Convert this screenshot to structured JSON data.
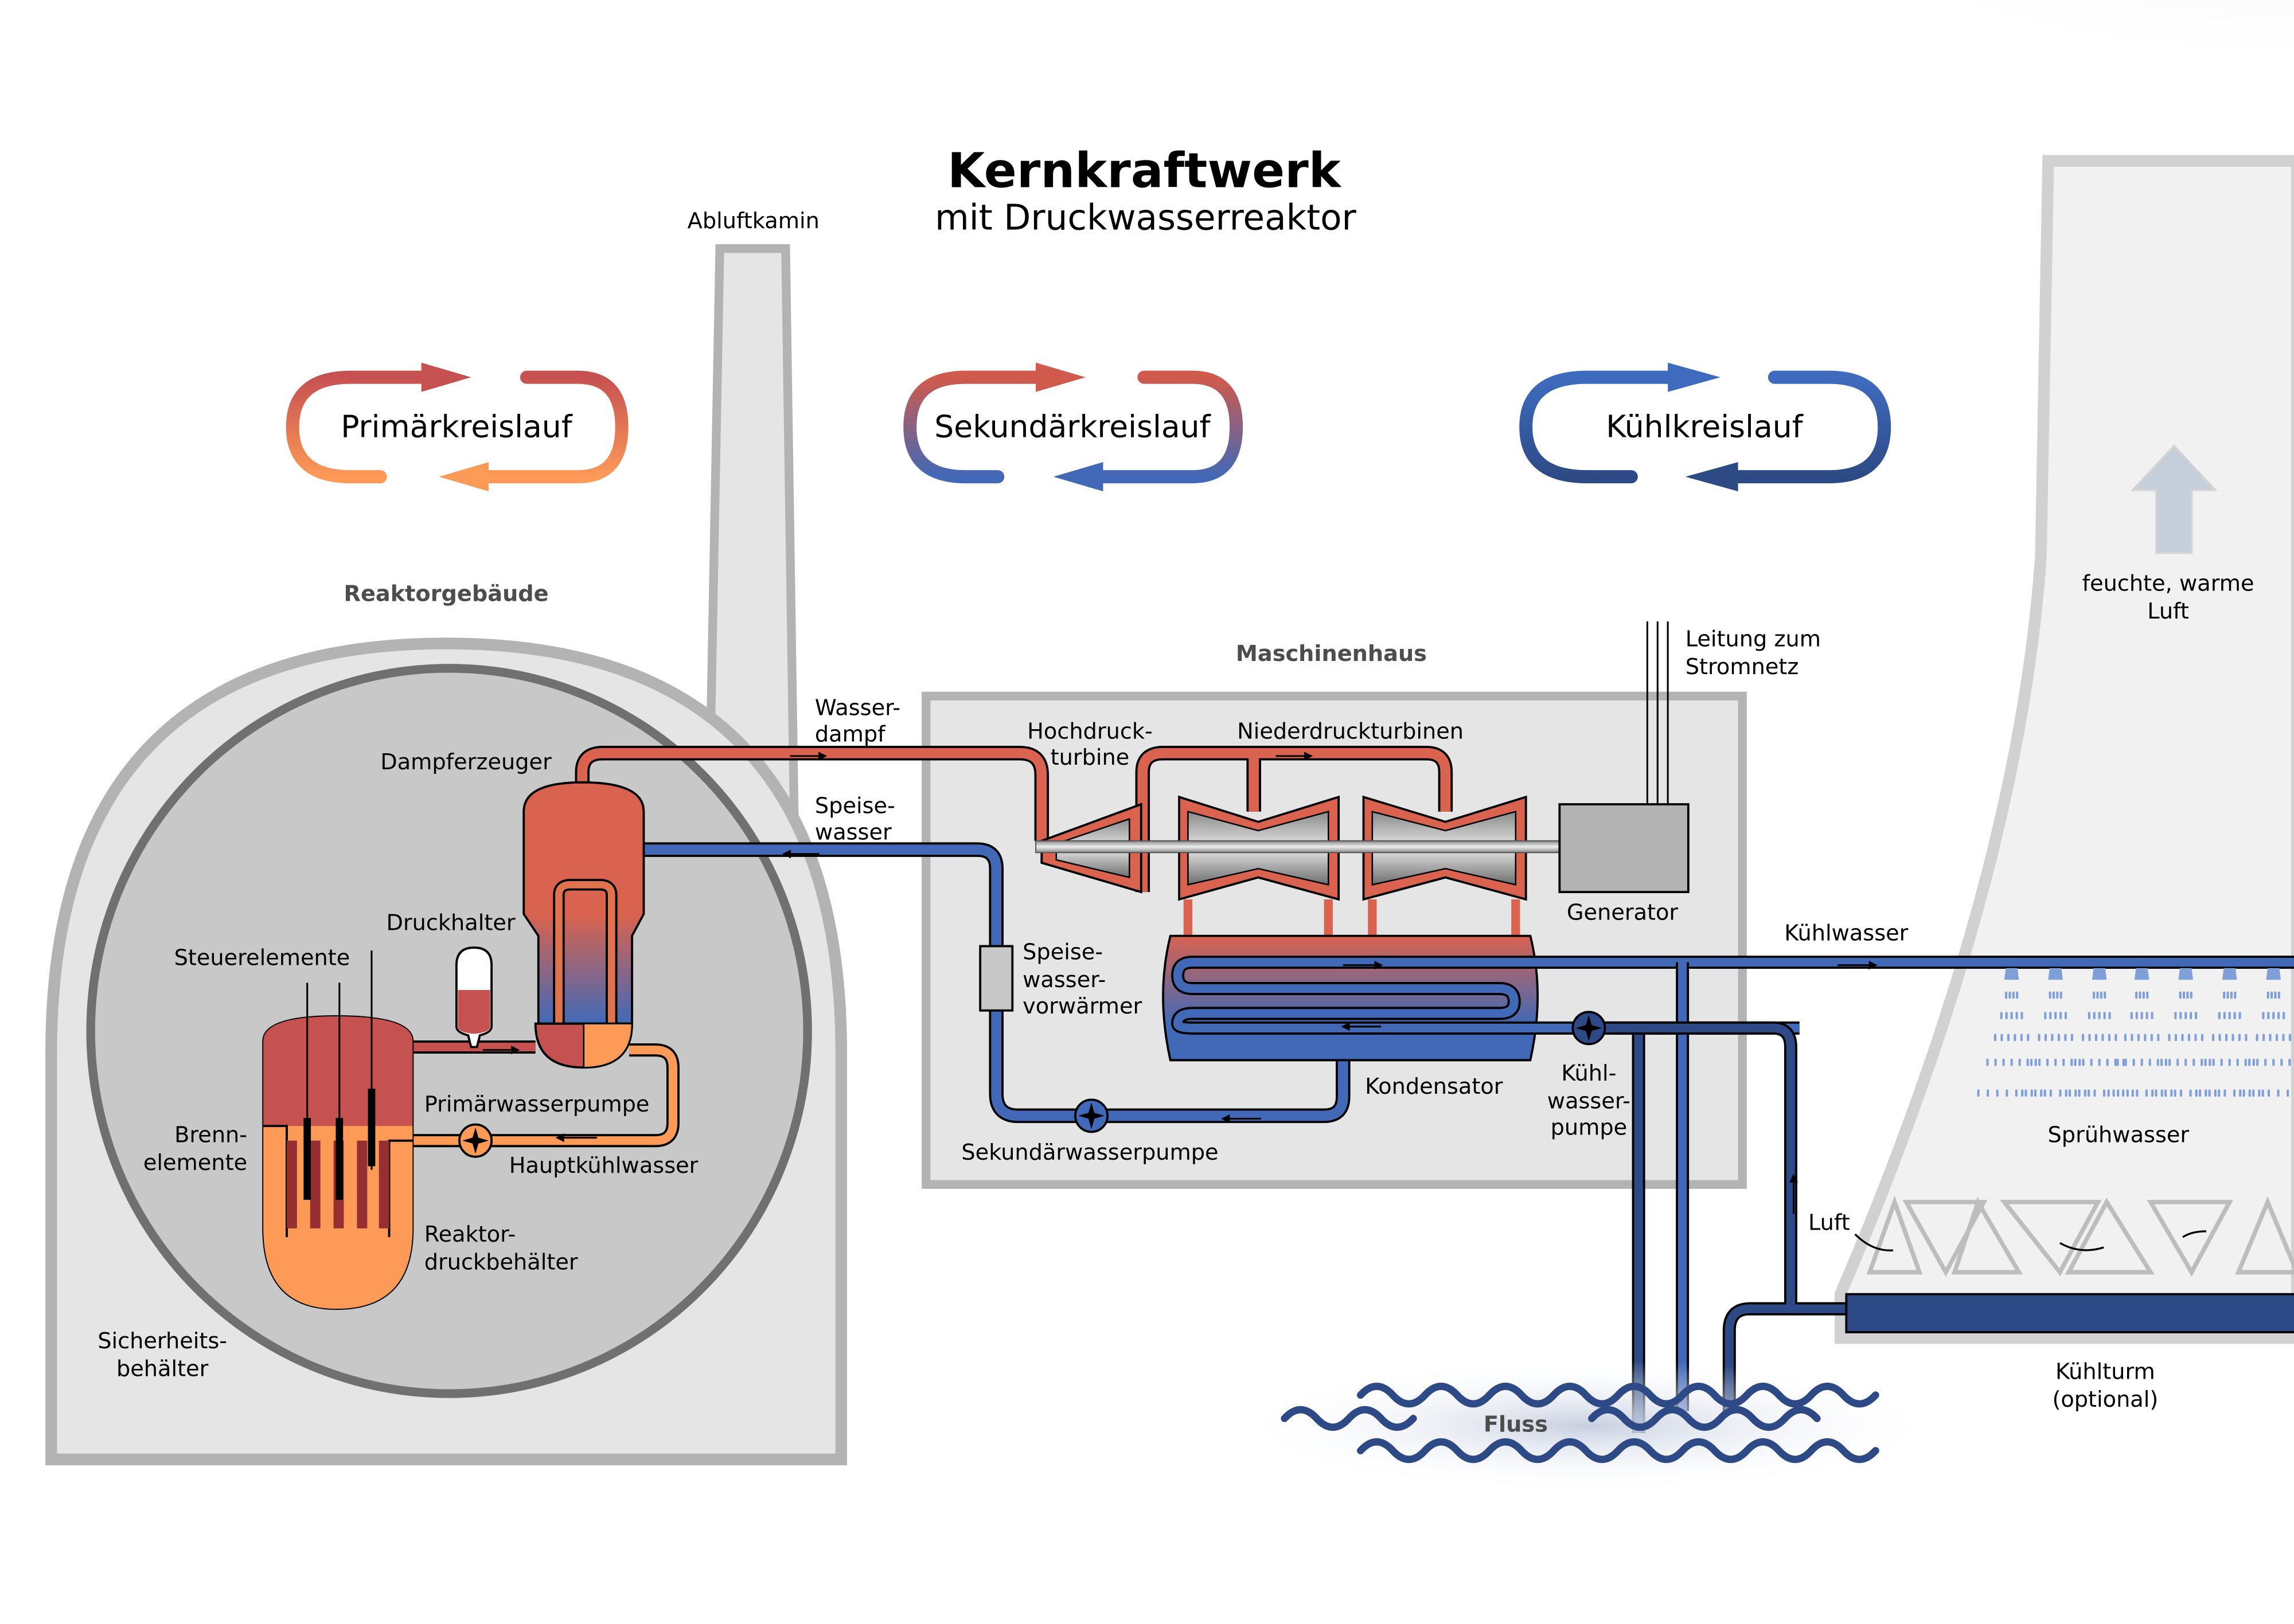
{
  "title": {
    "main": "Kernkraftwerk",
    "sub": "mit Druckwasserreaktor"
  },
  "legend": {
    "loops": [
      {
        "label": "Primärkreislauf",
        "gradient": [
          "#c65151",
          "#fd9a58"
        ]
      },
      {
        "label": "Sekundärkreislauf",
        "gradient": [
          "#d05a4b",
          "#4169b7"
        ]
      },
      {
        "label": "Kühlkreislauf",
        "gradient": [
          "#3f6bbf",
          "#2d4a85"
        ]
      }
    ]
  },
  "buildings": {
    "reactor_building": "Reaktorgebäude",
    "machine_house": "Maschinenhaus",
    "chimney": "Abluftkamin",
    "containment": [
      "Sicherheits-",
      "behälter"
    ],
    "cooling_tower": [
      "Kühlturm",
      "(optional)"
    ],
    "river": "Fluss"
  },
  "components": {
    "steam_generator": "Dampferzeuger",
    "pressurizer": "Druckhalter",
    "control_rods": "Steuerelemente",
    "fuel_elements": [
      "Brenn-",
      "elemente"
    ],
    "pressure_vessel": [
      "Reaktor-",
      "druckbehälter"
    ],
    "primary_pump": "Primärwasserpumpe",
    "main_coolant": "Hauptkühlwasser",
    "steam": [
      "Wasser-",
      "dampf"
    ],
    "feedwater": [
      "Speise-",
      "wasser"
    ],
    "hp_turbine": [
      "Hochdruck-",
      "turbine"
    ],
    "lp_turbines": "Niederdruckturbinen",
    "generator": "Generator",
    "grid_line": [
      "Leitung zum",
      "Stromnetz"
    ],
    "feedwater_preheater": [
      "Speise-",
      "wasser-",
      "vorwärmer"
    ],
    "condenser": "Kondensator",
    "secondary_pump": "Sekundärwasserpumpe",
    "cooling_pump": [
      "Kühl-",
      "wasser-",
      "pumpe"
    ],
    "cooling_water": "Kühlwasser",
    "spray_water": "Sprühwasser",
    "air": "Luft",
    "humid_air": [
      "feuchte, warme",
      "Luft"
    ]
  },
  "colors": {
    "hot_red": "#c65151",
    "warm_orange": "#fd9a58",
    "steam_red": "#d9634f",
    "feed_blue": "#4169b7",
    "cool_blue": "#2e4a86",
    "spray_blue": "#7e9fd8",
    "building_fill": "#e5e5e5",
    "building_stroke": "#b3b3b3",
    "containment_fill": "#c8c8c8",
    "containment_stroke": "#707070"
  }
}
